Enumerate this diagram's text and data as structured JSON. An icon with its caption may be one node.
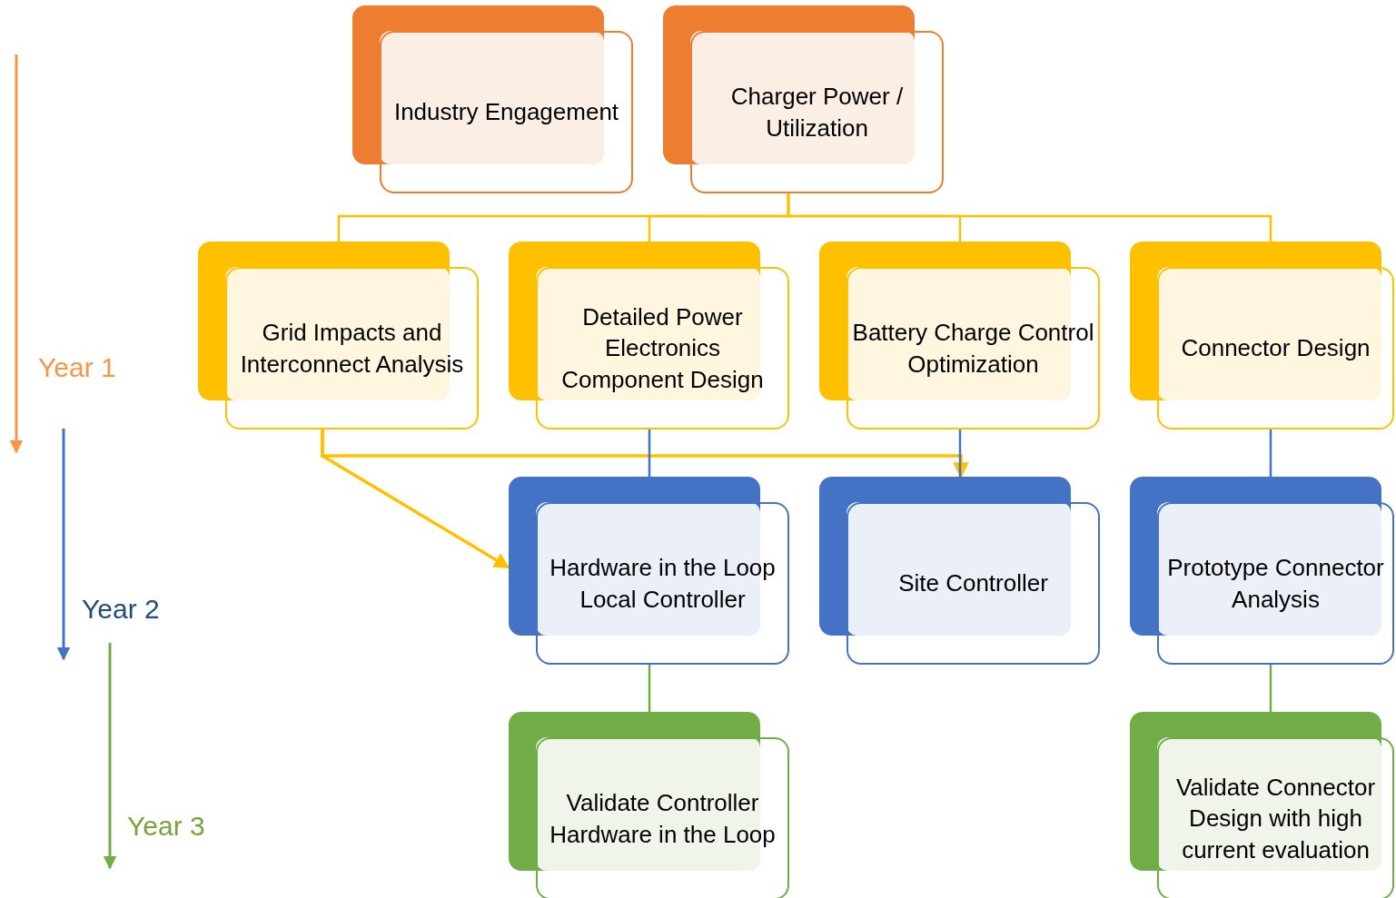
{
  "diagram": {
    "nodes": [
      {
        "text": [
          "Industry Engagement"
        ]
      },
      {
        "text": [
          "Charger Power / Utilization"
        ]
      },
      {
        "text": [
          "Grid Impacts and Interconnect Analysis"
        ]
      },
      {
        "text": [
          "Detailed Power Electronics Component Design"
        ]
      },
      {
        "text": [
          "Battery Charge Control Optimization"
        ]
      },
      {
        "text": [
          "Connector Design"
        ]
      },
      {
        "text": [
          "Hardware in the Loop Local Controller"
        ]
      },
      {
        "text": [
          "Site Controller"
        ]
      },
      {
        "text": [
          "Prototype Connector Analysis"
        ]
      },
      {
        "text": [
          "Validate Controller Hardware in the Loop"
        ]
      },
      {
        "text": [
          "Validate Connector Design with high current evaluation"
        ]
      }
    ],
    "edges": [
      {
        "from": 1,
        "to": 2,
        "arrow": "none",
        "color": "#ffc000"
      },
      {
        "from": 1,
        "to": 3,
        "arrow": "none",
        "color": "#ffc000"
      },
      {
        "from": 1,
        "to": 4,
        "arrow": "none",
        "color": "#ffc000"
      },
      {
        "from": 1,
        "to": 5,
        "arrow": "none",
        "color": "#ffc000"
      },
      {
        "from": 2,
        "to": 6,
        "arrow": "to",
        "color": "#ffc000"
      },
      {
        "from": 2,
        "to": 7,
        "arrow": "to",
        "color": "#ffc000"
      },
      {
        "from": 3,
        "to": 6,
        "arrow": "none",
        "color": "#4472c4"
      },
      {
        "from": 4,
        "to": 7,
        "arrow": "none",
        "color": "#4472c4"
      },
      {
        "from": 5,
        "to": 8,
        "arrow": "none",
        "color": "#4472c4"
      },
      {
        "from": 6,
        "to": 9,
        "arrow": "none",
        "color": "#70ad47"
      },
      {
        "from": 8,
        "to": 10,
        "arrow": "none",
        "color": "#70ad47"
      }
    ],
    "labels": [
      "Year 1",
      "Year 2",
      "Year 3"
    ]
  }
}
